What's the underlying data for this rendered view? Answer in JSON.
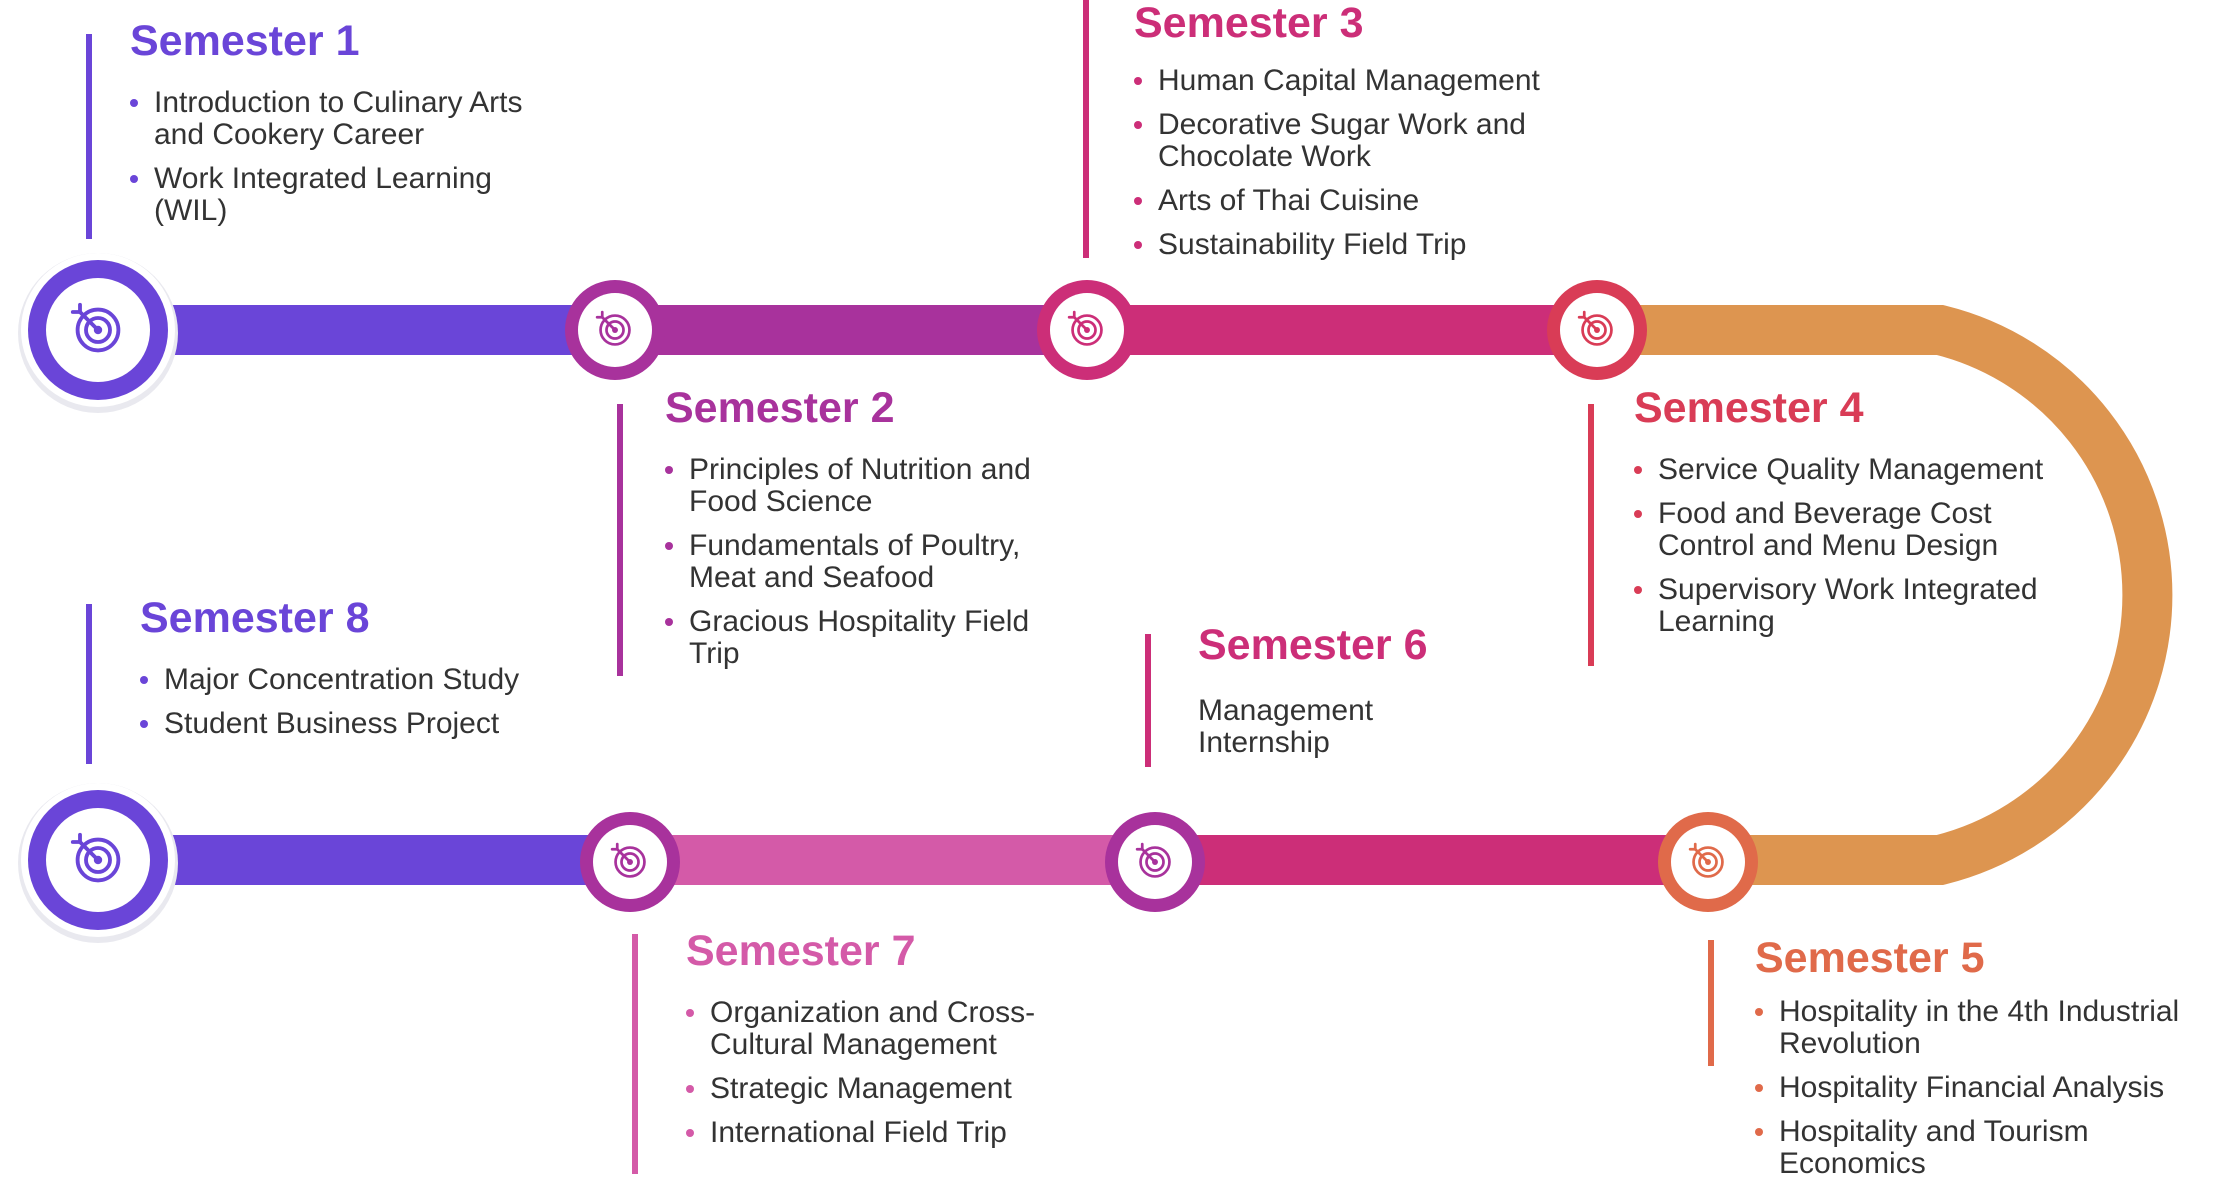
{
  "colors": {
    "violet": "#6a45d8",
    "purple": "#a8329c",
    "magenta": "#cc2e78",
    "crimson": "#d93c56",
    "orange": "#dd9550",
    "coral": "#e06a4a",
    "pink": "#d45aa8"
  },
  "icon": "target-icon",
  "semesters": [
    {
      "title": "Semester 1",
      "items": [
        "Introduction to Culinary Arts and Cookery Career",
        "Work Integrated Learning (WIL)"
      ]
    },
    {
      "title": "Semester  2",
      "items": [
        "Principles of Nutrition and Food Science",
        "Fundamentals of Poultry, Meat and Seafood",
        "Gracious Hospitality Field Trip"
      ]
    },
    {
      "title": "Semester  3",
      "items": [
        "Human Capital Management",
        "Decorative Sugar Work and Chocolate Work",
        "Arts of Thai Cuisine",
        "Sustainability Field Trip"
      ]
    },
    {
      "title": "Semester 4",
      "items": [
        "Service Quality Management",
        "Food and Beverage Cost Control and Menu Design",
        "Supervisory Work Integrated Learning"
      ]
    },
    {
      "title": "Semester 5",
      "items": [
        "Hospitality in the 4th Industrial Revolution",
        "Hospitality Financial Analysis",
        "Hospitality and Tourism Economics"
      ]
    },
    {
      "title": "Semester 6",
      "text": "Management Internship"
    },
    {
      "title": "Semester  7",
      "items": [
        "Organization and Cross-Cultural Management",
        "Strategic Management",
        "International Field Trip"
      ]
    },
    {
      "title": "Semester 8",
      "items": [
        "Major Concentration Study",
        "Student Business Project"
      ]
    }
  ]
}
